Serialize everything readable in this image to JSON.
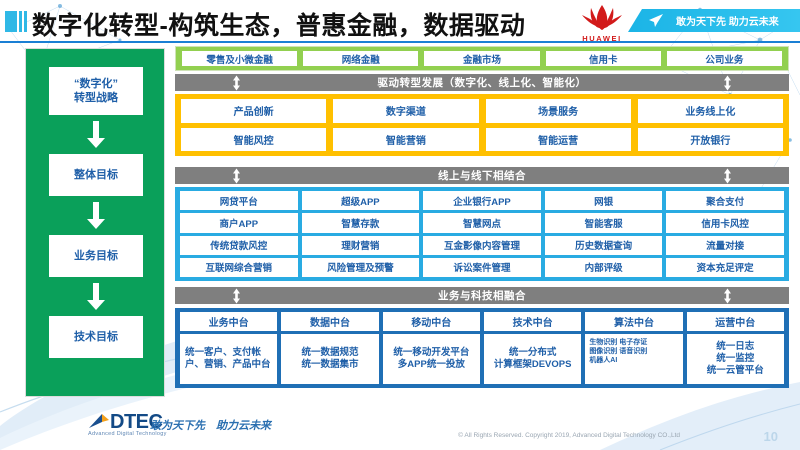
{
  "header": {
    "title": "数字化转型-构筑生态，普惠金融，数据驱动",
    "brand": "HUAWEI",
    "banner_text": "敢为天下先 助力云未来"
  },
  "sidebar": {
    "items": [
      {
        "label": "“数字化”\n转型战略"
      },
      {
        "label": "整体目标"
      },
      {
        "label": "业务目标"
      },
      {
        "label": "技术目标"
      }
    ]
  },
  "business_lines": {
    "items": [
      "零售及小微金融",
      "网络金融",
      "金融市场",
      "信用卡",
      "公司业务"
    ]
  },
  "bands": {
    "band1": "驱动转型发展（数字化、线上化、智能化）",
    "band2": "线上与线下相结合",
    "band3": "业务与科技相融合"
  },
  "drive_layer": {
    "rows": [
      [
        "产品创新",
        "数字渠道",
        "场景服务",
        "业务线上化"
      ],
      [
        "智能风控",
        "智能营销",
        "智能运营",
        "开放银行"
      ]
    ]
  },
  "online_offline_layer": {
    "rows": [
      [
        "网贷平台",
        "超级APP",
        "企业银行APP",
        "网银",
        "聚合支付"
      ],
      [
        "商户APP",
        "智慧存款",
        "智慧网点",
        "智能客服",
        "信用卡风控"
      ],
      [
        "传统贷款风控",
        "理财营销",
        "互金影像内容管理",
        "历史数据查询",
        "流量对接"
      ],
      [
        "互联网综合营销",
        "风险管理及预警",
        "诉讼案件管理",
        "内部评级",
        "资本充足评定"
      ]
    ]
  },
  "platform_layer": {
    "columns": [
      {
        "head": "业务中台",
        "body": "统一客户、支付帐户、营销、产品中台",
        "style": "lead"
      },
      {
        "head": "数据中台",
        "body": "统一数据规范\n统一数据集市",
        "style": "normal"
      },
      {
        "head": "移动中台",
        "body": "统一移动开发平台\n多APP统一投放",
        "style": "normal"
      },
      {
        "head": "技术中台",
        "body": "统一分布式\n计算框架DEVOPS",
        "style": "normal"
      },
      {
        "head": "算法中台",
        "body": "生物识别 电子存证\n图像识别 语音识别\n机器人AI",
        "style": "small"
      },
      {
        "head": "运营中台",
        "body": "统一日志\n统一监控\n统一云管平台",
        "style": "normal"
      }
    ]
  },
  "footer": {
    "logo_word": "DTEC",
    "logo_sub": "Advanced Digital Technology",
    "slogan": "敢为天下先　助力云未来",
    "copyright": "© All Rights Reserved. Copyright 2019, Advanced Digital Technology CO.,Ltd",
    "page_number": "10"
  },
  "colors": {
    "green": "#0aa05a",
    "light_green": "#92d050",
    "orange": "#ffc000",
    "blue": "#29abe2",
    "dark_blue": "#1f6fb5",
    "gray": "#7f7f7f",
    "text_blue": "#1f5fa8",
    "huawei_red": "#d21a1a"
  }
}
